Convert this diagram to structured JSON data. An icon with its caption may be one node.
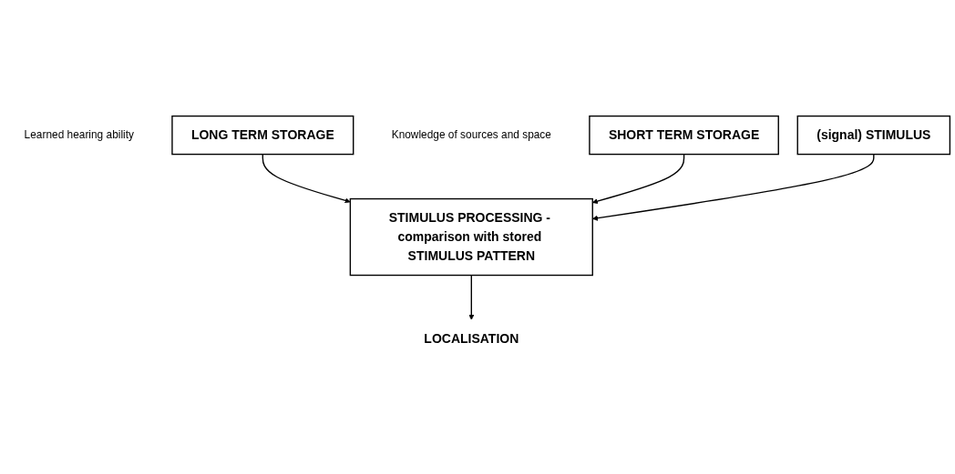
{
  "diagram": {
    "nodes": [
      {
        "text": [
          "LONG TERM STORAGE"
        ],
        "beside": [
          "Learned hearing ability"
        ]
      },
      {
        "text": [
          "SHORT TERM STORAGE"
        ],
        "beside": [
          "Knowledge of sources and space"
        ]
      },
      {
        "text": [
          "(signal) STIMULUS"
        ]
      },
      {
        "text": [
          "STIMULUS PROCESSING - comparison with stored STIMULUS PATTERN"
        ]
      },
      {
        "text": [
          "LOCALISATION"
        ]
      }
    ],
    "edges": [
      {
        "from": 0,
        "to": 3,
        "arrow": "to"
      },
      {
        "from": 1,
        "to": 3,
        "arrow": "to"
      },
      {
        "from": 2,
        "to": 3,
        "arrow": "to"
      },
      {
        "from": 3,
        "to": 4,
        "arrow": "to"
      }
    ]
  }
}
